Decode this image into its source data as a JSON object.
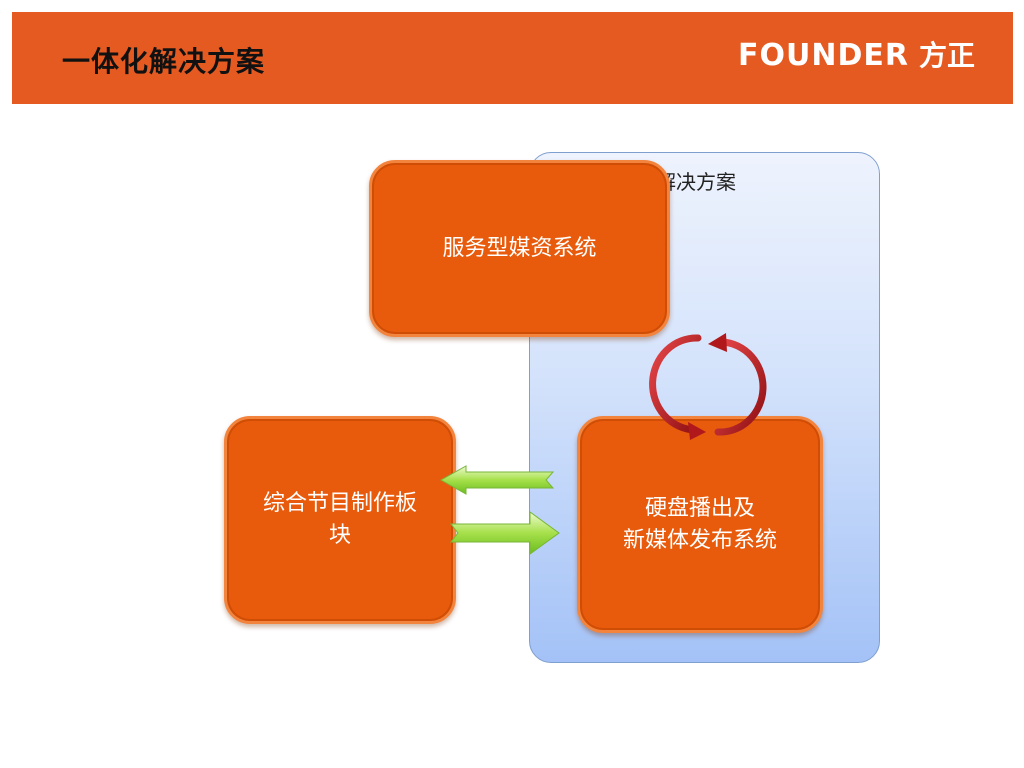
{
  "slide": {
    "title": "一体化解决方案"
  },
  "logo": {
    "word": "FOUNDER",
    "cn": "方正"
  },
  "panel": {
    "label": "一体化解决方案"
  },
  "nodes": {
    "media_asset": "服务型媒资系统",
    "production": {
      "line1": "综合节目制作板",
      "line2": "块"
    },
    "playout": {
      "line1": "硬盘播出及",
      "line2": "新媒体发布系统"
    }
  },
  "colors": {
    "header": "#e55a21",
    "box": "#e85b0c",
    "panel_top": "#eef3fd",
    "panel_bottom": "#a4c2f7",
    "arrow_green": "#8fd63a",
    "cycle_red": "#b0181b"
  },
  "icons": {
    "cycle": "circular-arrows-icon",
    "arrow_left": "left-arrow-icon",
    "arrow_right": "right-arrow-icon"
  }
}
